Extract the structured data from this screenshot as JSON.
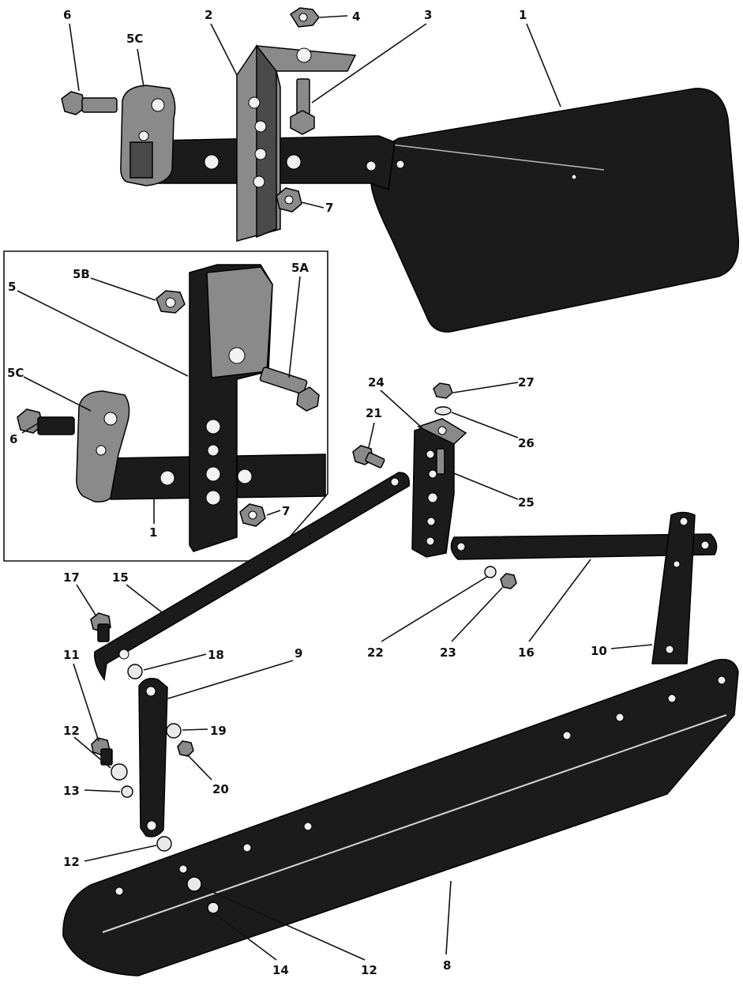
{
  "callouts": [
    {
      "id": "c1",
      "label": "1"
    },
    {
      "id": "c2",
      "label": "2"
    },
    {
      "id": "c3",
      "label": "3"
    },
    {
      "id": "c4",
      "label": "4"
    },
    {
      "id": "c5c_top",
      "label": "5C"
    },
    {
      "id": "c6_top",
      "label": "6"
    },
    {
      "id": "c7_top",
      "label": "7"
    },
    {
      "id": "c5",
      "label": "5"
    },
    {
      "id": "c5b",
      "label": "5B"
    },
    {
      "id": "c5a",
      "label": "5A"
    },
    {
      "id": "c5c_in",
      "label": "5C"
    },
    {
      "id": "c6_in",
      "label": "6"
    },
    {
      "id": "c1_in",
      "label": "1"
    },
    {
      "id": "c7_in",
      "label": "7"
    },
    {
      "id": "c24",
      "label": "24"
    },
    {
      "id": "c27",
      "label": "27"
    },
    {
      "id": "c21",
      "label": "21"
    },
    {
      "id": "c26",
      "label": "26"
    },
    {
      "id": "c25",
      "label": "25"
    },
    {
      "id": "c17",
      "label": "17"
    },
    {
      "id": "c15",
      "label": "15"
    },
    {
      "id": "c22",
      "label": "22"
    },
    {
      "id": "c23",
      "label": "23"
    },
    {
      "id": "c16",
      "label": "16"
    },
    {
      "id": "c10",
      "label": "10"
    },
    {
      "id": "c11",
      "label": "11"
    },
    {
      "id": "c18",
      "label": "18"
    },
    {
      "id": "c9",
      "label": "9"
    },
    {
      "id": "c12a",
      "label": "12"
    },
    {
      "id": "c19",
      "label": "19"
    },
    {
      "id": "c13",
      "label": "13"
    },
    {
      "id": "c20",
      "label": "20"
    },
    {
      "id": "c12b",
      "label": "12"
    },
    {
      "id": "c14",
      "label": "14"
    },
    {
      "id": "c12c",
      "label": "12"
    },
    {
      "id": "c8",
      "label": "8"
    }
  ]
}
